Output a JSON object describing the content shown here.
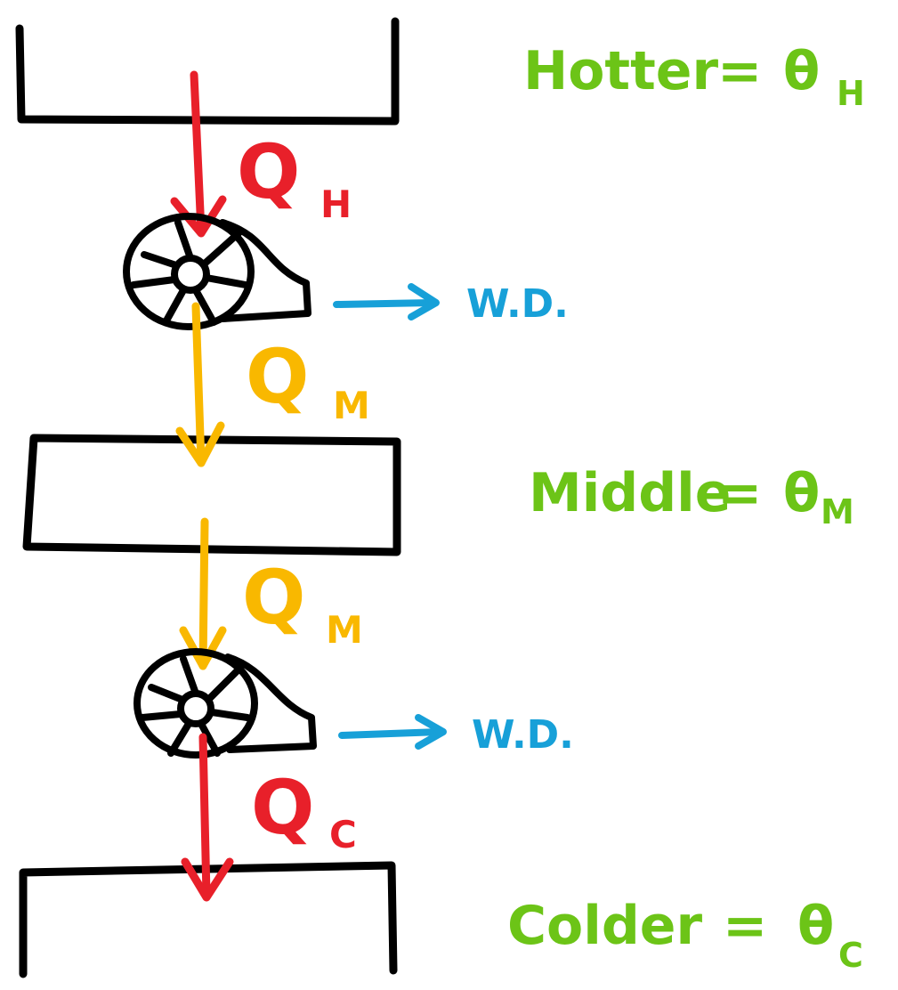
{
  "colors": {
    "outline": "#000000",
    "heat_primary": "#e8202a",
    "heat_middle": "#f9b800",
    "work": "#17a0d8",
    "reservoir_text": "#6cc417"
  },
  "reservoirs": {
    "hot": {
      "name": "Hotter",
      "equals": "=",
      "theta": "θ",
      "sub": "H"
    },
    "middle": {
      "name": "Middle",
      "equals": "=",
      "theta": "θ",
      "sub": "M"
    },
    "cold": {
      "name": "Colder",
      "equals": "=",
      "theta": "θ",
      "sub": "C"
    }
  },
  "heat_flows": {
    "q_h": {
      "symbol": "Q",
      "sub": "H"
    },
    "q_m_top": {
      "symbol": "Q",
      "sub": "M"
    },
    "q_m_bottom": {
      "symbol": "Q",
      "sub": "M"
    },
    "q_c": {
      "symbol": "Q",
      "sub": "C"
    }
  },
  "work_outputs": {
    "top": {
      "label": "W.D."
    },
    "bottom": {
      "label": "W.D."
    }
  },
  "icons": [
    "turbine-icon",
    "turbine-icon"
  ]
}
